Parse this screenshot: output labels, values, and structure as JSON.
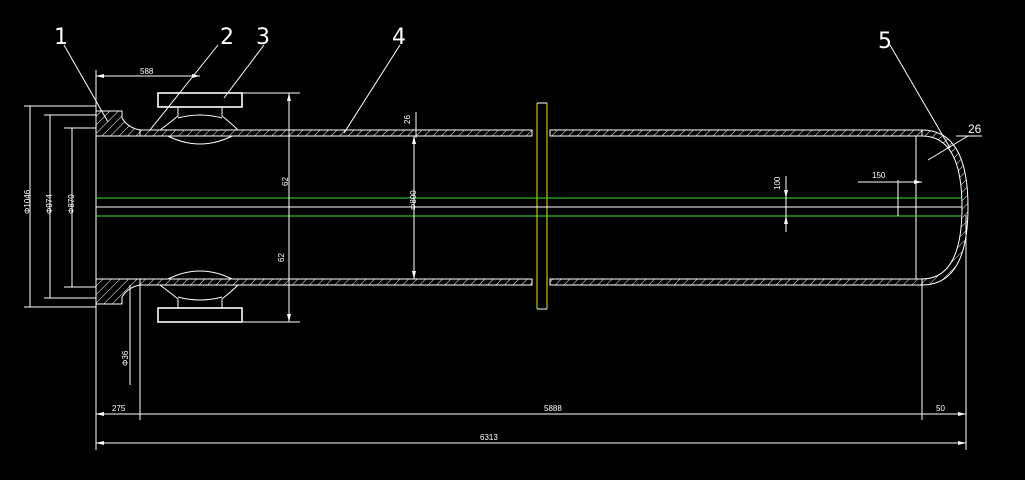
{
  "part_numbers": [
    "1",
    "2",
    "3",
    "4",
    "5"
  ],
  "dimensions": {
    "d588": "588",
    "d26_wall": "26",
    "d26_head": "26",
    "d62_top": "62",
    "d62_bot": "62",
    "d800": "Φ800",
    "d100": "100",
    "d150": "150",
    "d1046": "Φ1046",
    "d974": "Φ974",
    "d870": "Φ870",
    "d36": "Φ36",
    "d275": "275",
    "d5888": "5888",
    "d50": "50",
    "d6313": "6313"
  },
  "colors": {
    "background": "#000000",
    "outline": "#ffffff",
    "centerline": "#3ee03e",
    "flange_plate": "#e8e800"
  }
}
